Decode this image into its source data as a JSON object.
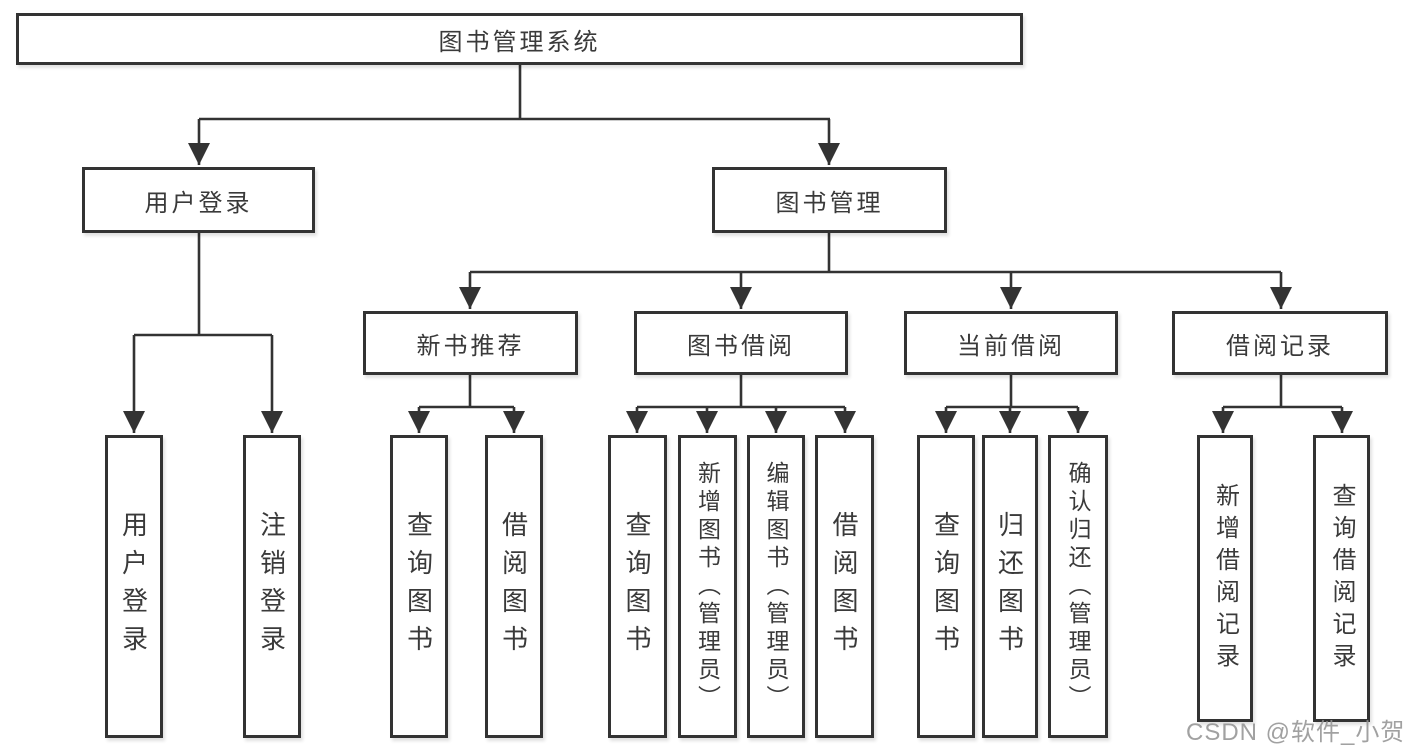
{
  "diagram": {
    "title": "图书管理系统",
    "colors": {
      "line": "#333333",
      "box_fill": "#ffffff",
      "text": "#3a3a3a"
    },
    "tree": {
      "root": {
        "label": "图书管理系统"
      },
      "branches": [
        {
          "label": "用户登录",
          "children": [
            {
              "label": "用户登录"
            },
            {
              "label": "注销登录"
            }
          ]
        },
        {
          "label": "图书管理",
          "children": [
            {
              "label": "新书推荐",
              "children": [
                {
                  "label": "查询图书"
                },
                {
                  "label": "借阅图书"
                }
              ]
            },
            {
              "label": "图书借阅",
              "children": [
                {
                  "label": "查询图书"
                },
                {
                  "label": "新增图书（管理员）"
                },
                {
                  "label": "编辑图书（管理员）"
                },
                {
                  "label": "借阅图书"
                }
              ]
            },
            {
              "label": "当前借阅",
              "children": [
                {
                  "label": "查询图书"
                },
                {
                  "label": "归还图书"
                },
                {
                  "label": "确认归还（管理员）"
                }
              ]
            },
            {
              "label": "借阅记录",
              "children": [
                {
                  "label": "新增借阅记录"
                },
                {
                  "label": "查询借阅记录"
                }
              ]
            }
          ]
        }
      ]
    }
  },
  "watermark": {
    "text": "CSDN @软件_小贺同学",
    "color": "#949494"
  }
}
